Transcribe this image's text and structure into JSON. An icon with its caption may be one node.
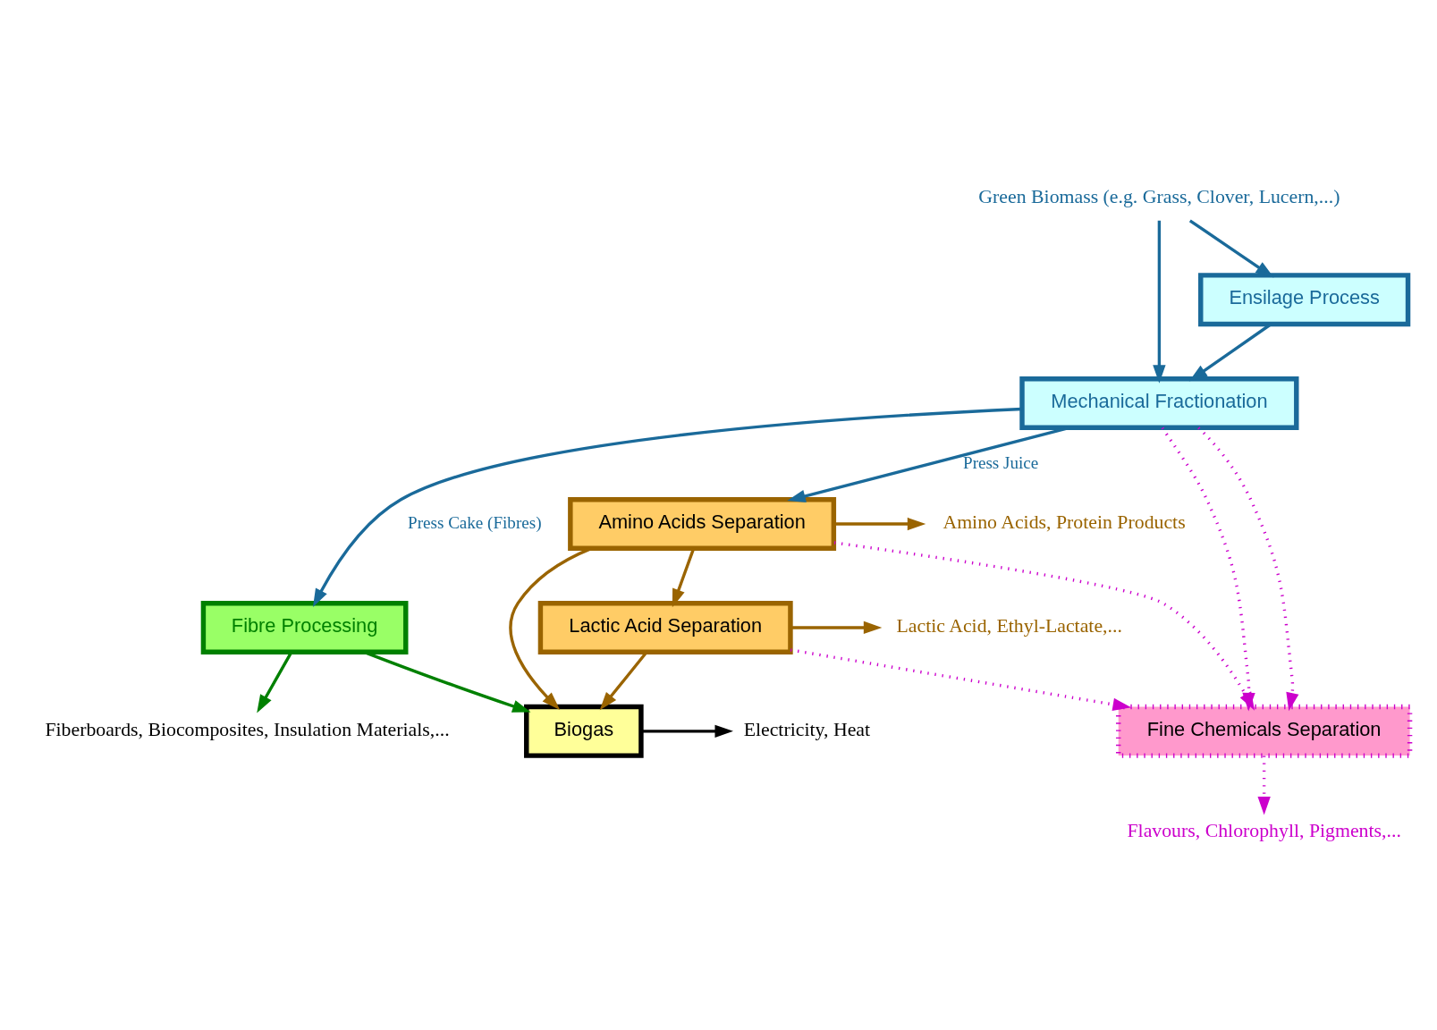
{
  "diagram": {
    "nodes": [
      {
        "text": [
          "Green Biomass (e.g. Grass, Clover, Lucern,...)"
        ]
      },
      {
        "text": [
          "Ensilage Process"
        ]
      },
      {
        "text": [
          "Mechanical Fractionation"
        ]
      },
      {
        "text": [
          "Amino Acids Separation"
        ]
      },
      {
        "text": [
          "Lactic Acid Separation"
        ]
      },
      {
        "text": [
          "Fibre Processing"
        ]
      },
      {
        "text": [
          "Biogas"
        ]
      },
      {
        "text": [
          "Fine Chemicals Separation"
        ]
      },
      {
        "text": [
          "Amino Acids, Protein Products"
        ]
      },
      {
        "text": [
          "Lactic Acid, Ethyl-Lactate,..."
        ]
      },
      {
        "text": [
          "Fiberboards, Biocomposites, Insulation Materials,..."
        ]
      },
      {
        "text": [
          "Electricity, Heat"
        ]
      },
      {
        "text": [
          "Flavours, Chlorophyll, Pigments,..."
        ]
      }
    ],
    "edges": [
      {
        "from": 0,
        "to": 1,
        "arrow": "to"
      },
      {
        "from": 0,
        "to": 2,
        "arrow": "to"
      },
      {
        "from": 1,
        "to": 2,
        "arrow": "to"
      },
      {
        "from": 2,
        "to": 3,
        "arrow": "to",
        "label": "Press Juice"
      },
      {
        "from": 2,
        "to": 5,
        "arrow": "to",
        "label": "Press Cake (Fibres)"
      },
      {
        "from": 2,
        "to": 7,
        "arrow": "to",
        "style": "dashed",
        "color": "#cc00cc"
      },
      {
        "from": 2,
        "to": 7,
        "arrow": "to",
        "style": "dashed",
        "color": "#cc00cc"
      },
      {
        "from": 3,
        "to": 8,
        "arrow": "to",
        "color": "#9a6400"
      },
      {
        "from": 3,
        "to": 4,
        "arrow": "to",
        "color": "#9a6400"
      },
      {
        "from": 3,
        "to": 6,
        "arrow": "to",
        "color": "#9a6400"
      },
      {
        "from": 3,
        "to": 7,
        "arrow": "to",
        "style": "dashed",
        "color": "#cc00cc"
      },
      {
        "from": 4,
        "to": 9,
        "arrow": "to",
        "color": "#9a6400"
      },
      {
        "from": 4,
        "to": 6,
        "arrow": "to",
        "color": "#9a6400"
      },
      {
        "from": 4,
        "to": 7,
        "arrow": "to",
        "style": "dashed",
        "color": "#cc00cc"
      },
      {
        "from": 5,
        "to": 6,
        "arrow": "to",
        "color": "#008000"
      },
      {
        "from": 5,
        "to": 10,
        "arrow": "to",
        "color": "#008000"
      },
      {
        "from": 6,
        "to": 11,
        "arrow": "to",
        "color": "#000000"
      },
      {
        "from": 7,
        "to": 12,
        "arrow": "to",
        "style": "dashed",
        "color": "#cc00cc"
      }
    ]
  }
}
